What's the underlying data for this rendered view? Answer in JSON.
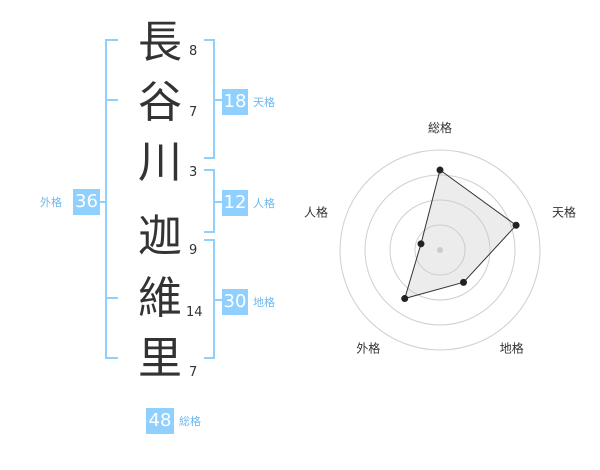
{
  "characters": [
    {
      "char": "長",
      "strokes": "8"
    },
    {
      "char": "谷",
      "strokes": "7"
    },
    {
      "char": "川",
      "strokes": "3"
    },
    {
      "char": "迦",
      "strokes": "9"
    },
    {
      "char": "維",
      "strokes": "14"
    },
    {
      "char": "里",
      "strokes": "7"
    }
  ],
  "fortunes": {
    "tenkaku": {
      "value": "18",
      "label": "天格"
    },
    "jinkaku": {
      "value": "12",
      "label": "人格"
    },
    "chikaku": {
      "value": "30",
      "label": "地格"
    },
    "gaikaku": {
      "value": "36",
      "label": "外格"
    },
    "soukaku": {
      "value": "48",
      "label": "総格"
    }
  },
  "colors": {
    "bracket": "#8fd0ff",
    "badge": "#8fd0ff",
    "label": "#6cb8f0"
  },
  "chart_data": {
    "type": "radar",
    "axes": [
      "総格",
      "天格",
      "地格",
      "外格",
      "人格"
    ],
    "values": [
      4,
      4,
      2,
      3,
      1
    ],
    "max": 5,
    "rings": 4
  }
}
